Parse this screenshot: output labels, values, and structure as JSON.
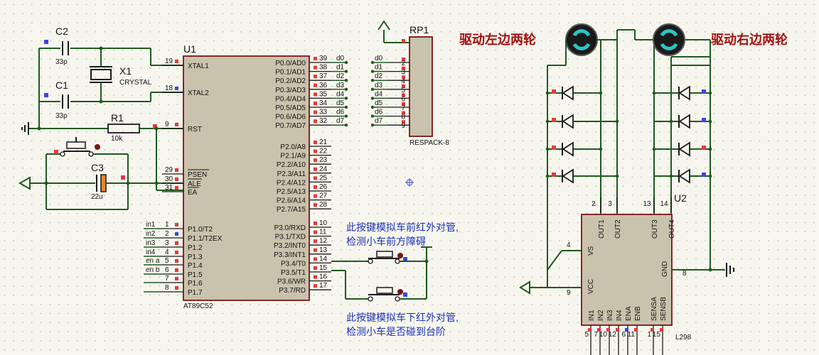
{
  "components": {
    "u1": {
      "ref": "U1",
      "part": "AT89C52",
      "left_pins": [
        {
          "num": "19",
          "label": "XTAL1"
        },
        {
          "num": "18",
          "label": "XTAL2"
        },
        {
          "num": "9",
          "label": "RST"
        },
        {
          "num": "29",
          "label": "PSEN"
        },
        {
          "num": "30",
          "label": "ALE"
        },
        {
          "num": "31",
          "label": "EA"
        },
        {
          "num": "1",
          "label": "P1.0/T2"
        },
        {
          "num": "2",
          "label": "P1.1/T2EX"
        },
        {
          "num": "3",
          "label": "P1.2"
        },
        {
          "num": "4",
          "label": "P1.3"
        },
        {
          "num": "5",
          "label": "P1.4"
        },
        {
          "num": "6",
          "label": "P1.5"
        },
        {
          "num": "7",
          "label": "P1.6"
        },
        {
          "num": "8",
          "label": "P1.7"
        }
      ],
      "right_pins": [
        {
          "num": "39",
          "label": "P0.0/AD0"
        },
        {
          "num": "38",
          "label": "P0.1/AD1"
        },
        {
          "num": "37",
          "label": "P0.2/AD2"
        },
        {
          "num": "36",
          "label": "P0.3/AD3"
        },
        {
          "num": "35",
          "label": "P0.4/AD4"
        },
        {
          "num": "34",
          "label": "P0.5/AD5"
        },
        {
          "num": "33",
          "label": "P0.6/AD6"
        },
        {
          "num": "32",
          "label": "P0.7/AD7"
        },
        {
          "num": "21",
          "label": "P2.0/A8"
        },
        {
          "num": "22",
          "label": "P2.1/A9"
        },
        {
          "num": "23",
          "label": "P2.2/A10"
        },
        {
          "num": "24",
          "label": "P2.3/A11"
        },
        {
          "num": "25",
          "label": "P2.4/A12"
        },
        {
          "num": "26",
          "label": "P2.5/A13"
        },
        {
          "num": "27",
          "label": "P2.6/A14"
        },
        {
          "num": "28",
          "label": "P2.7/A15"
        },
        {
          "num": "10",
          "label": "P3.0/RXD"
        },
        {
          "num": "11",
          "label": "P3.1/TXD"
        },
        {
          "num": "12",
          "label": "P3.2/INT0"
        },
        {
          "num": "13",
          "label": "P3.3/INT1"
        },
        {
          "num": "14",
          "label": "P3.4/T0"
        },
        {
          "num": "15",
          "label": "P3.5/T1"
        },
        {
          "num": "16",
          "label": "P3.6/WR"
        },
        {
          "num": "17",
          "label": "P3.7/RD"
        }
      ],
      "p0_nets": [
        "d0",
        "d1",
        "d2",
        "d3",
        "d4",
        "d5",
        "d6",
        "d7"
      ],
      "p1_nets": [
        "in1",
        "in2",
        "in3",
        "in4",
        "en a",
        "en b"
      ]
    },
    "rp1": {
      "ref": "RP1",
      "part": "RESPACK-8",
      "pins": [
        "2",
        "3",
        "4",
        "5",
        "6",
        "7",
        "8",
        "9"
      ],
      "nets": [
        "d0",
        "d1",
        "d2",
        "d3",
        "d4",
        "d5",
        "d6",
        "d7"
      ]
    },
    "c1": {
      "ref": "C1",
      "value": "33p"
    },
    "c2": {
      "ref": "C2",
      "value": "33p"
    },
    "c3": {
      "ref": "C3",
      "value": "22u"
    },
    "r1": {
      "ref": "R1",
      "value": "10k"
    },
    "x1": {
      "ref": "X1",
      "part": "CRYSTAL"
    },
    "u2": {
      "ref": "U2",
      "part": "L298",
      "top_pins": [
        {
          "num": "2",
          "label": "OUT1"
        },
        {
          "num": "3",
          "label": "OUT2"
        },
        {
          "num": "13",
          "label": "OUT3"
        },
        {
          "num": "14",
          "label": "OUT4"
        }
      ],
      "side_labels": {
        "vs": "VS",
        "vcc": "VCC",
        "gnd": "GND"
      },
      "side_pins": {
        "vs": "4",
        "vcc": "9",
        "gnd": "8"
      },
      "bottom_pins": [
        {
          "num": "5",
          "label": "IN1"
        },
        {
          "num": "7",
          "label": "IN2"
        },
        {
          "num": "10",
          "label": "IN3"
        },
        {
          "num": "12",
          "label": "IN4"
        },
        {
          "num": "6",
          "label": "ENA"
        },
        {
          "num": "11",
          "label": "ENB"
        },
        {
          "num": "1",
          "label": "SENSA"
        },
        {
          "num": "15",
          "label": "SENSB"
        }
      ]
    }
  },
  "annotations": {
    "left_motor": "驱动左边两轮",
    "right_motor": "驱动右边两轮",
    "button1_line1": "此按键模拟车前红外对管,",
    "button1_line2": "检测小车前方障碍",
    "button2_line1": "此按键模拟车下红外对管,",
    "button2_line2": "检测小车是否碰到台阶"
  },
  "colors": {
    "wire": "#1f5a1f",
    "chip_fill": "#c9c2ad",
    "chip_border": "#7a1515",
    "pin_marker_red": "#e23b3b",
    "pin_marker_blue": "#3a45e6",
    "note_blue": "#1b2fb8",
    "note_red": "#a31010",
    "motor_cyan": "#2ec4c4"
  }
}
